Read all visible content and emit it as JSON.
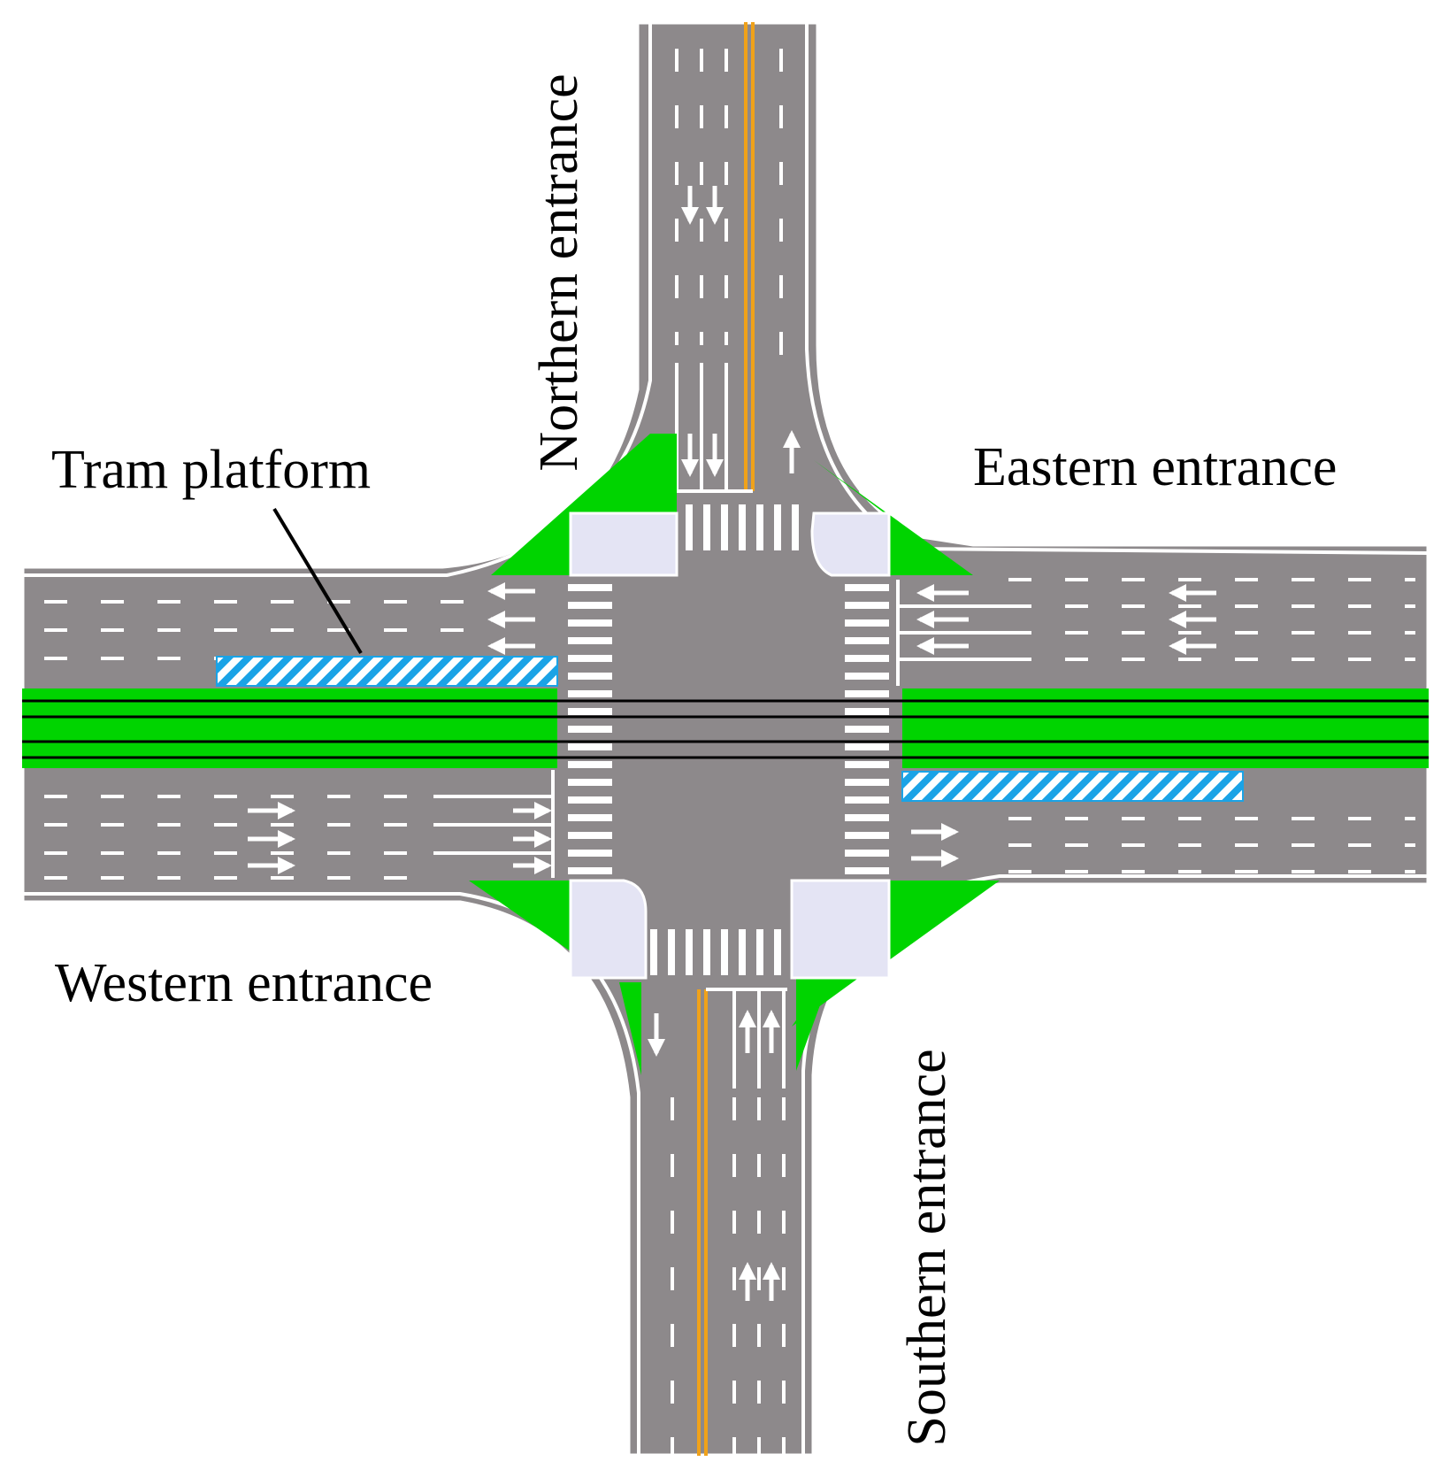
{
  "labels": {
    "tram_platform": "Tram platform",
    "northern_entrance": "Northern entrance",
    "eastern_entrance": "Eastern entrance",
    "western_entrance": "Western entrance",
    "southern_entrance": "Southern entrance"
  },
  "colors": {
    "road": "#8d898b",
    "lane_marking": "#ffffff",
    "median_yellow": "#f0a21a",
    "tram_green": "#00d400",
    "island_lavender": "#e4e4f4",
    "platform_blue": "#1aa3e6",
    "rail_line": "#000000"
  }
}
